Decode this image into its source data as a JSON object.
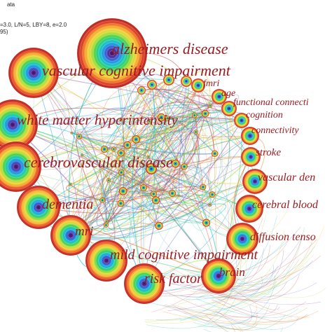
{
  "header": {
    "line1": "ata",
    "line2": "=3.0, L/N=5, LBY=8, e=2.0",
    "line3": "95)"
  },
  "labels": {
    "alzheimers": "alzheimers disease",
    "vascular_ci": "vascular cognitive impairment",
    "wmh": "white matter hyperintensity",
    "cvd": "cerebrovascular disease",
    "dementia": "dementia",
    "mri": "mri",
    "mci": "mild cognitive impairment",
    "risk": "risk factor",
    "brain": "brain",
    "fmri": "fmri",
    "age": "age",
    "functional": "functional connecti",
    "cognition": "cognition",
    "connectivity": "connectivity",
    "stroke": "stroke",
    "vascular_dem": "vascular den",
    "cerebral": "cerebral blood",
    "diffusion": "diffusion tenso"
  },
  "colors": {
    "label": "#9b1a1f",
    "ring_outer": "#b22222",
    "ring_core": "#5b2a8c"
  }
}
